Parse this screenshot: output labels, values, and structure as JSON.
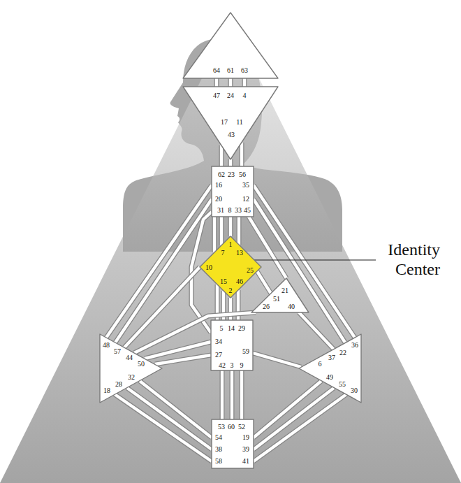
{
  "diagram": {
    "nodes": [
      {
        "text": [
          "64",
          "61",
          "63"
        ]
      },
      {
        "text": [
          "47",
          "24",
          "4",
          "17",
          "11",
          "43"
        ]
      },
      {
        "text": [
          "62",
          "23",
          "56",
          "16",
          "35",
          "20",
          "12",
          "31",
          "8",
          "33",
          "45"
        ]
      },
      {
        "text": [
          "1",
          "7",
          "13",
          "10",
          "25",
          "15",
          "46",
          "2"
        ]
      },
      {
        "text": [
          "21",
          "51",
          "26",
          "40"
        ]
      },
      {
        "text": [
          "48",
          "57",
          "44",
          "50",
          "32",
          "28",
          "18"
        ]
      },
      {
        "text": [
          "5",
          "14",
          "29",
          "34",
          "59",
          "27",
          "42",
          "3",
          "9"
        ]
      },
      {
        "text": [
          "36",
          "22",
          "37",
          "6",
          "49",
          "55",
          "30"
        ]
      },
      {
        "text": [
          "53",
          "60",
          "52",
          "54",
          "19",
          "38",
          "39",
          "58",
          "41"
        ]
      }
    ],
    "edges": [
      {
        "from": 0,
        "to": 1,
        "arrow": "none"
      },
      {
        "from": 0,
        "to": 1,
        "arrow": "none"
      },
      {
        "from": 0,
        "to": 1,
        "arrow": "none"
      },
      {
        "from": 1,
        "to": 2,
        "arrow": "none"
      },
      {
        "from": 1,
        "to": 2,
        "arrow": "none"
      },
      {
        "from": 1,
        "to": 2,
        "arrow": "none"
      },
      {
        "from": 2,
        "to": 3,
        "arrow": "none"
      },
      {
        "from": 2,
        "to": 3,
        "arrow": "none"
      },
      {
        "from": 2,
        "to": 3,
        "arrow": "none"
      },
      {
        "from": 2,
        "to": 3,
        "arrow": "none"
      },
      {
        "from": 2,
        "to": 4,
        "arrow": "none"
      },
      {
        "from": 2,
        "to": 5,
        "arrow": "none"
      },
      {
        "from": 2,
        "to": 5,
        "arrow": "none"
      },
      {
        "from": 2,
        "to": 6,
        "arrow": "none"
      },
      {
        "from": 3,
        "to": 6,
        "arrow": "none"
      },
      {
        "from": 3,
        "to": 6,
        "arrow": "none"
      },
      {
        "from": 3,
        "to": 6,
        "arrow": "none"
      },
      {
        "from": 3,
        "to": 6,
        "arrow": "none"
      },
      {
        "from": 3,
        "to": 4,
        "arrow": "none"
      },
      {
        "from": 3,
        "to": 5,
        "arrow": "none"
      },
      {
        "from": 4,
        "to": 5,
        "arrow": "none"
      },
      {
        "from": 4,
        "to": 7,
        "arrow": "none"
      },
      {
        "from": 2,
        "to": 7,
        "arrow": "none"
      },
      {
        "from": 2,
        "to": 7,
        "arrow": "none"
      },
      {
        "from": 5,
        "to": 6,
        "arrow": "none"
      },
      {
        "from": 5,
        "to": 6,
        "arrow": "none"
      },
      {
        "from": 6,
        "to": 7,
        "arrow": "none"
      },
      {
        "from": 5,
        "to": 8,
        "arrow": "none"
      },
      {
        "from": 5,
        "to": 8,
        "arrow": "none"
      },
      {
        "from": 5,
        "to": 8,
        "arrow": "none"
      },
      {
        "from": 6,
        "to": 8,
        "arrow": "none"
      },
      {
        "from": 6,
        "to": 8,
        "arrow": "none"
      },
      {
        "from": 6,
        "to": 8,
        "arrow": "none"
      },
      {
        "from": 7,
        "to": 8,
        "arrow": "none"
      },
      {
        "from": 7,
        "to": 8,
        "arrow": "none"
      },
      {
        "from": 7,
        "to": 8,
        "arrow": "none"
      }
    ],
    "labels": [
      "Identity Center"
    ]
  }
}
